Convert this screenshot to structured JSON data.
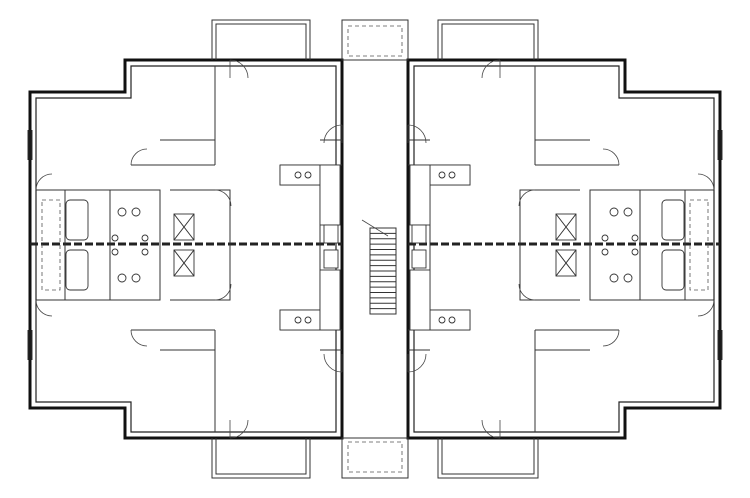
{
  "drawing": {
    "kind": "floor-plan",
    "symmetry": "four-quadrant",
    "units_shown": 4,
    "stair_flights": 1,
    "line_color": "#111111",
    "background": "#ffffff"
  }
}
